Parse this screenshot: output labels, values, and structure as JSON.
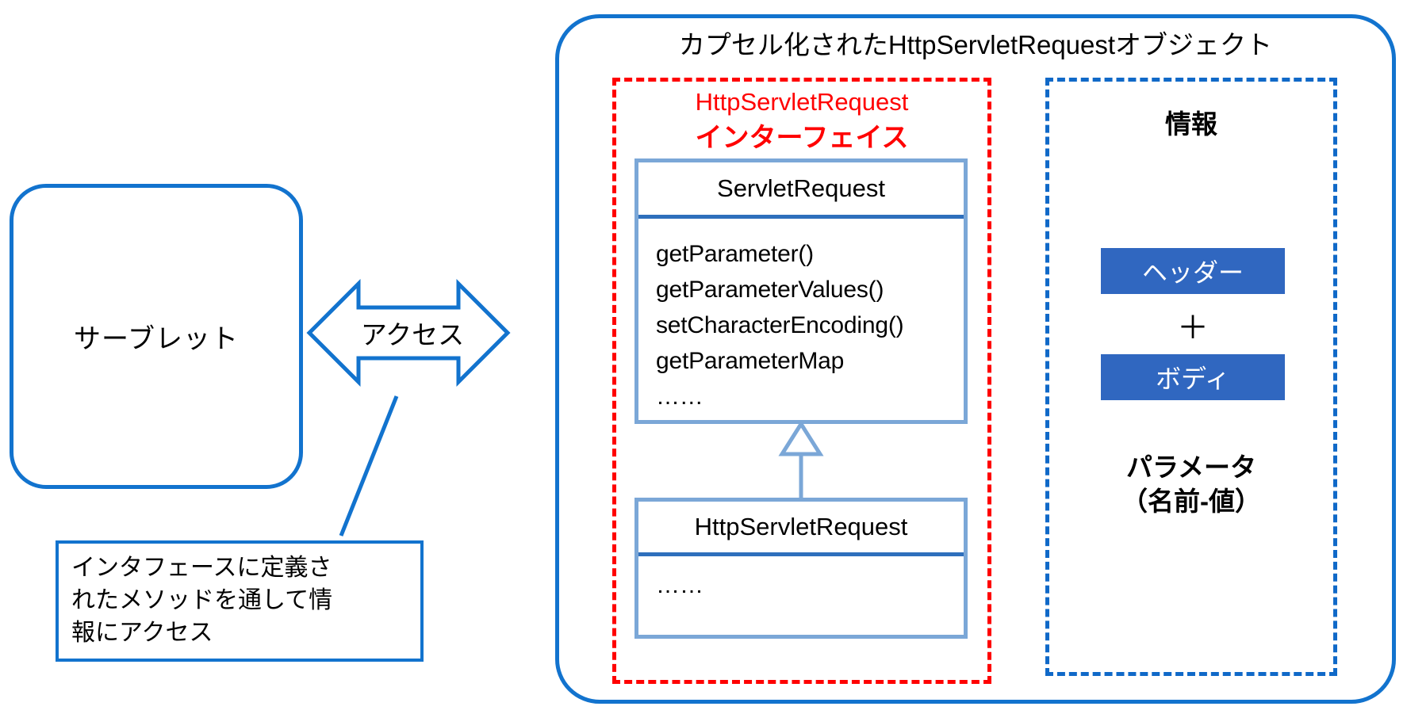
{
  "left": {
    "servlet_label": "サーブレット",
    "access_arrow_label": "アクセス",
    "note": {
      "line1": "インタフェースに定義さ",
      "line2": "れたメソッドを通して情",
      "line3": "報にアクセス"
    }
  },
  "container": {
    "title": "カプセル化されたHttpServletRequestオブジェクト"
  },
  "interface_panel": {
    "title_line1": "HttpServletRequest",
    "title_line2": "インターフェイス",
    "servlet_request_class": {
      "name": "ServletRequest",
      "methods": [
        "getParameter()",
        "getParameterValues()",
        "setCharacterEncoding()",
        "getParameterMap",
        "……"
      ]
    },
    "http_servlet_request_class": {
      "name": "HttpServletRequest",
      "methods": [
        "……"
      ]
    }
  },
  "info_panel": {
    "title": "情報",
    "header_badge": "ヘッダー",
    "plus": "＋",
    "body_badge": "ボディ",
    "parameter_line1": "パラメータ",
    "parameter_line2": "（名前-値）"
  },
  "colors": {
    "primary_blue": "#1273CE",
    "interface_red": "#FF0000",
    "info_dash_blue": "#1069C8",
    "uml_border": "#7BA7D7",
    "uml_divider": "#2E6FBC",
    "badge_fill": "#3067C0"
  }
}
